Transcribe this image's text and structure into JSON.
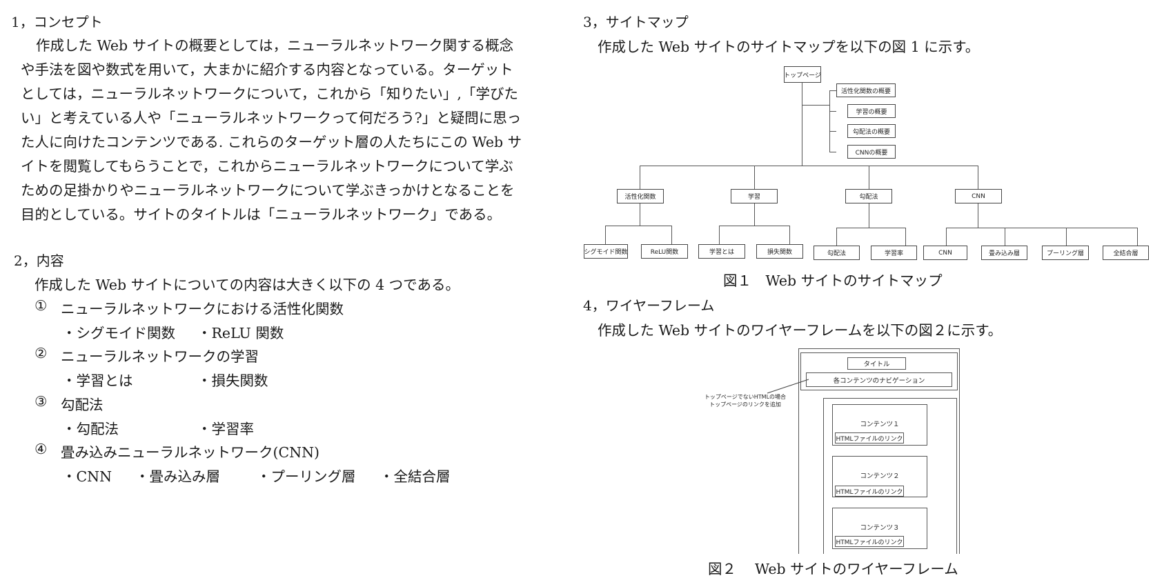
{
  "section1": {
    "heading": "1，コンセプト",
    "lines": [
      "作成した Web サイトの概要としては，ニューラルネットワーク関する概念",
      "や手法を図や数式を用いて，大まかに紹介する内容となっている。ターゲット",
      "としては，ニューラルネットワークについて，これから「知りたい」,「学びた",
      "い」と考えている人や「ニューラルネットワークって何だろう?」と疑問に思っ",
      "た人に向けたコンテンツである. これらのターゲット層の人たちにこの Web サ",
      "イトを閲覧してもらうことで，これからニューラルネットワークについて学ぶ",
      "ための足掛かりやニューラルネットワークについて学ぶきっかけとなることを",
      "目的としている。サイトのタイトルは「ニューラルネットワーク」である。"
    ]
  },
  "section2": {
    "heading": "2，内容",
    "intro": "作成した Web サイトについての内容は大きく以下の 4 つである。",
    "items": [
      {
        "num": "①",
        "title": "ニューラルネットワークにおける活性化関数",
        "subs": [
          "・シグモイド関数",
          "・ReLU 関数"
        ]
      },
      {
        "num": "②",
        "title": "ニューラルネットワークの学習",
        "subs": [
          "・学習とは",
          "・損失関数"
        ]
      },
      {
        "num": "③",
        "title": "勾配法",
        "subs": [
          "・勾配法",
          "・学習率"
        ]
      },
      {
        "num": "④",
        "title": "畳み込みニューラルネットワーク(CNN)",
        "subs": [
          "・CNN",
          "・畳み込み層",
          "・プーリング層",
          "・全結合層"
        ]
      }
    ]
  },
  "section3": {
    "heading": "3，サイトマップ",
    "intro": "作成した Web サイトのサイトマップを以下の図 1 に示す。",
    "caption": "図１　Web サイトのサイトマップ",
    "top": "トップページ",
    "overviews": [
      "活性化関数の概要",
      "学習の概要",
      "勾配法の概要",
      "CNNの概要"
    ],
    "categories": [
      "活性化関数",
      "学習",
      "勾配法",
      "CNN"
    ],
    "leaves": [
      "シグモイド関数",
      "ReLU関数",
      "学習とは",
      "損失関数",
      "勾配法",
      "学習率",
      "CNN",
      "畳み込み層",
      "プーリング層",
      "全結合層"
    ]
  },
  "section4": {
    "heading": "4，ワイヤーフレーム",
    "intro": "作成した Web サイトのワイヤーフレームを以下の図２に示す。",
    "caption": "図２　 Web サイトのワイヤーフレーム",
    "title_box": "タイトル",
    "nav_box": "各コンテンツのナビゲーション",
    "note_line1": "トップページでないHTMLの場合",
    "note_line2": "トップページのリンクを追加",
    "contents": [
      {
        "label": "コンテンツ１",
        "link": "HTMLファイルのリンク"
      },
      {
        "label": "コンテンツ２",
        "link": "HTMLファイルのリンク"
      },
      {
        "label": "コンテンツ３",
        "link": "HTMLファイルのリンク"
      }
    ]
  }
}
